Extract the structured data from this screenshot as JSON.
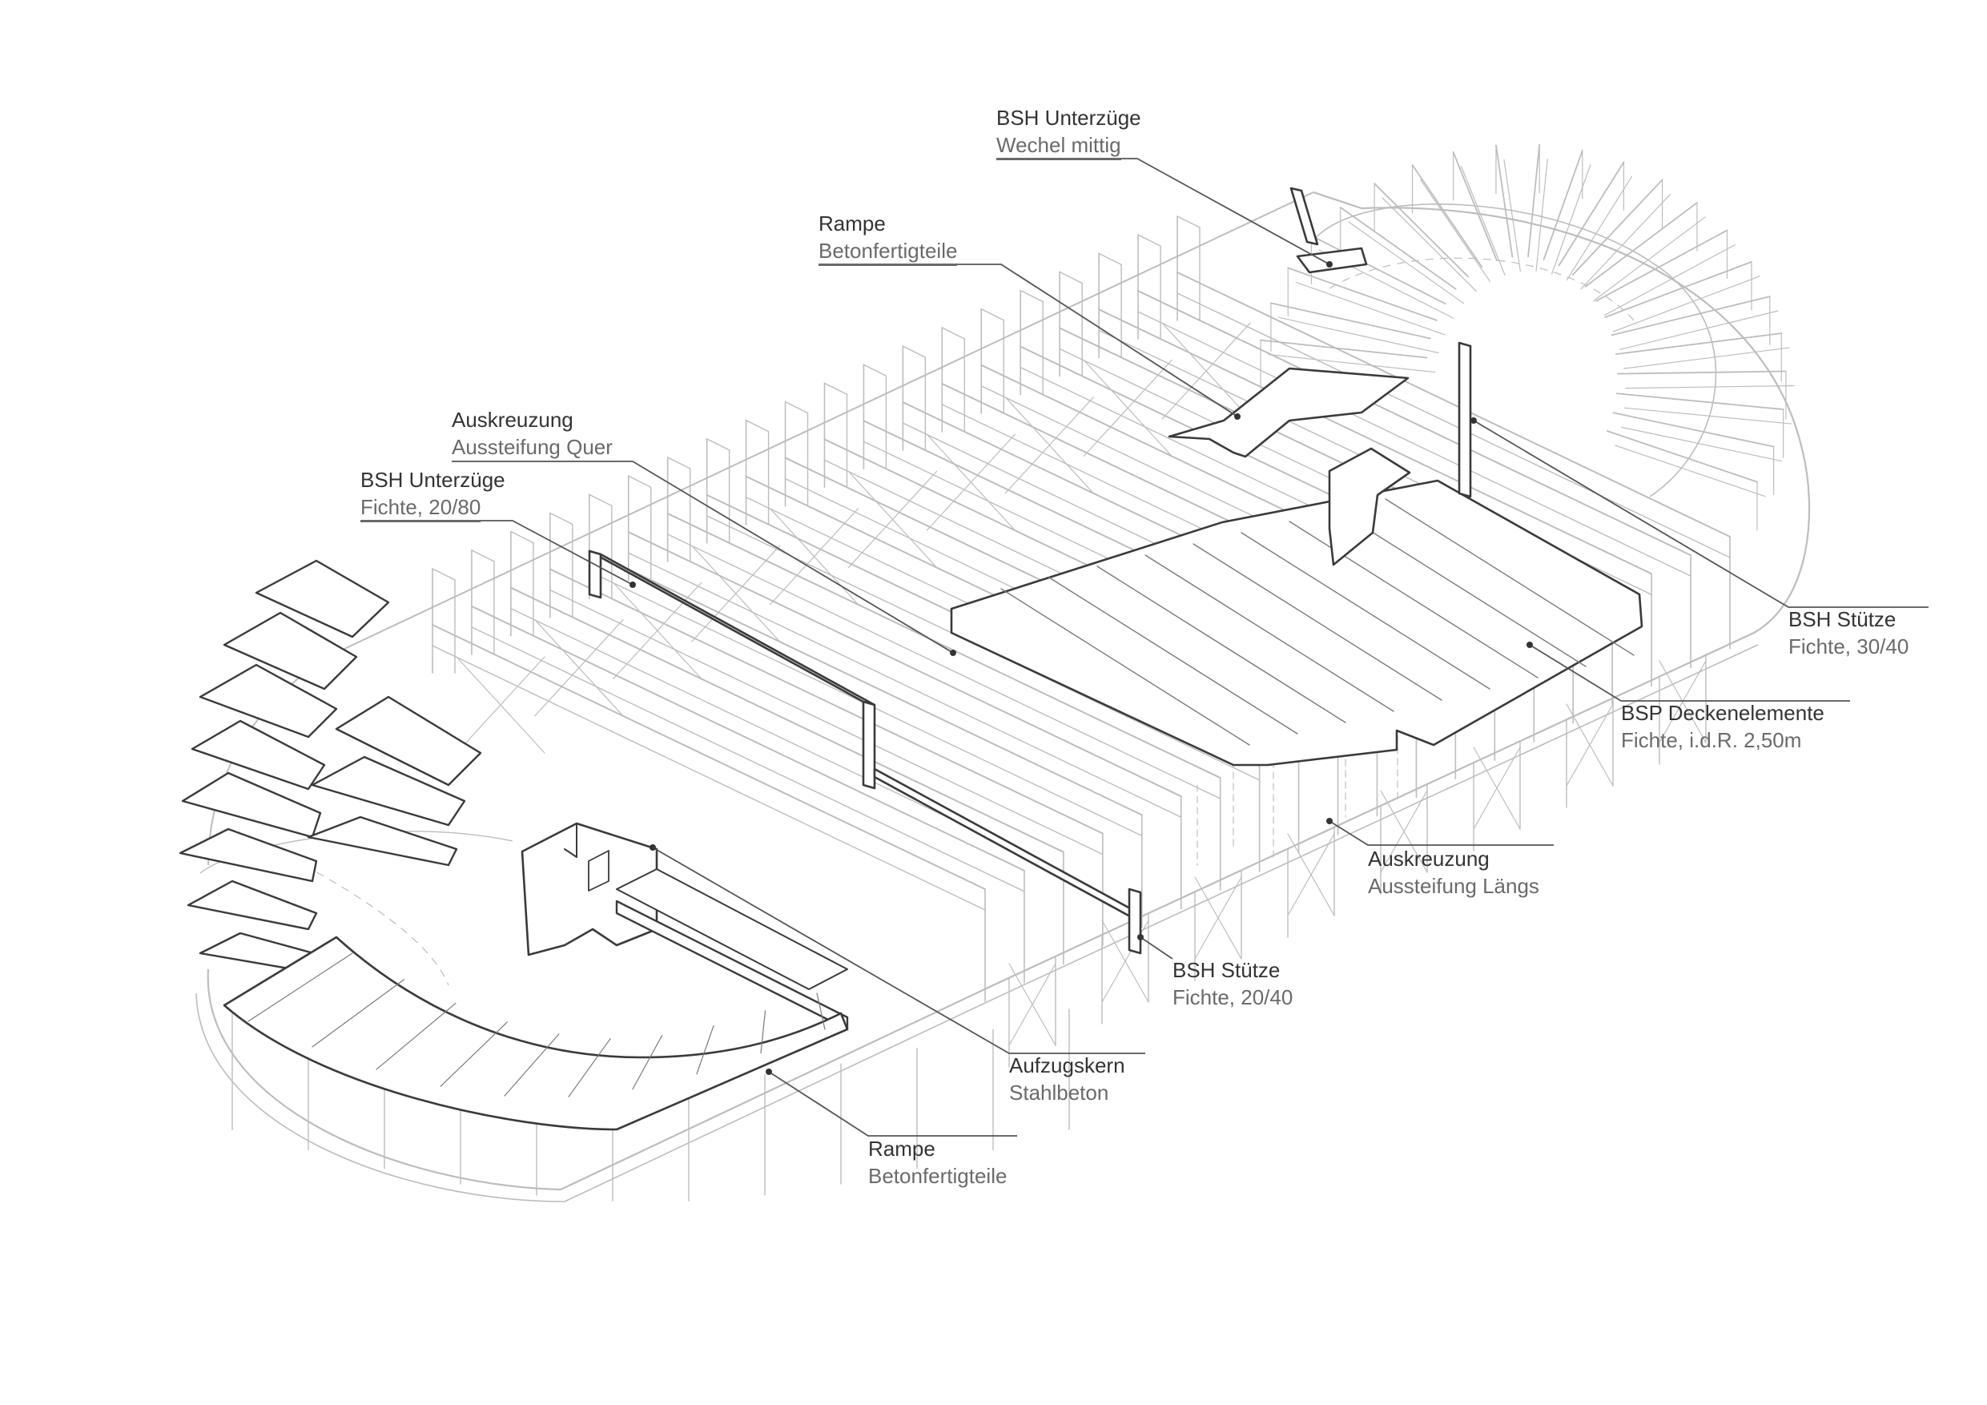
{
  "annotations": {
    "unterzuege_top": {
      "title": "BSH Unterzüge",
      "subtitle": "Wechel mittig"
    },
    "rampe_top": {
      "title": "Rampe",
      "subtitle": "Betonfertigteile"
    },
    "auskreuzung_quer": {
      "title": "Auskreuzung",
      "subtitle": "Aussteifung Quer"
    },
    "unterzuege_left": {
      "title": "BSH Unterzüge",
      "subtitle": "Fichte, 20/80"
    },
    "stuetze_right": {
      "title": "BSH Stütze",
      "subtitle": "Fichte, 30/40"
    },
    "bsp_deckenelemente": {
      "title": "BSP Deckenelemente",
      "subtitle": "Fichte, i.d.R. 2,50m"
    },
    "auskreuzung_laengs": {
      "title": "Auskreuzung",
      "subtitle": "Aussteifung Längs"
    },
    "stuetze_center": {
      "title": "BSH Stütze",
      "subtitle": "Fichte, 20/40"
    },
    "aufzugskern": {
      "title": "Aufzugskern",
      "subtitle": "Stahlbeton"
    },
    "rampe_bottom": {
      "title": "Rampe",
      "subtitle": "Betonfertigteile"
    }
  },
  "colors": {
    "light_line": "#bdbdbd",
    "dark_line": "#3a3a3a",
    "leader": "#555555"
  }
}
